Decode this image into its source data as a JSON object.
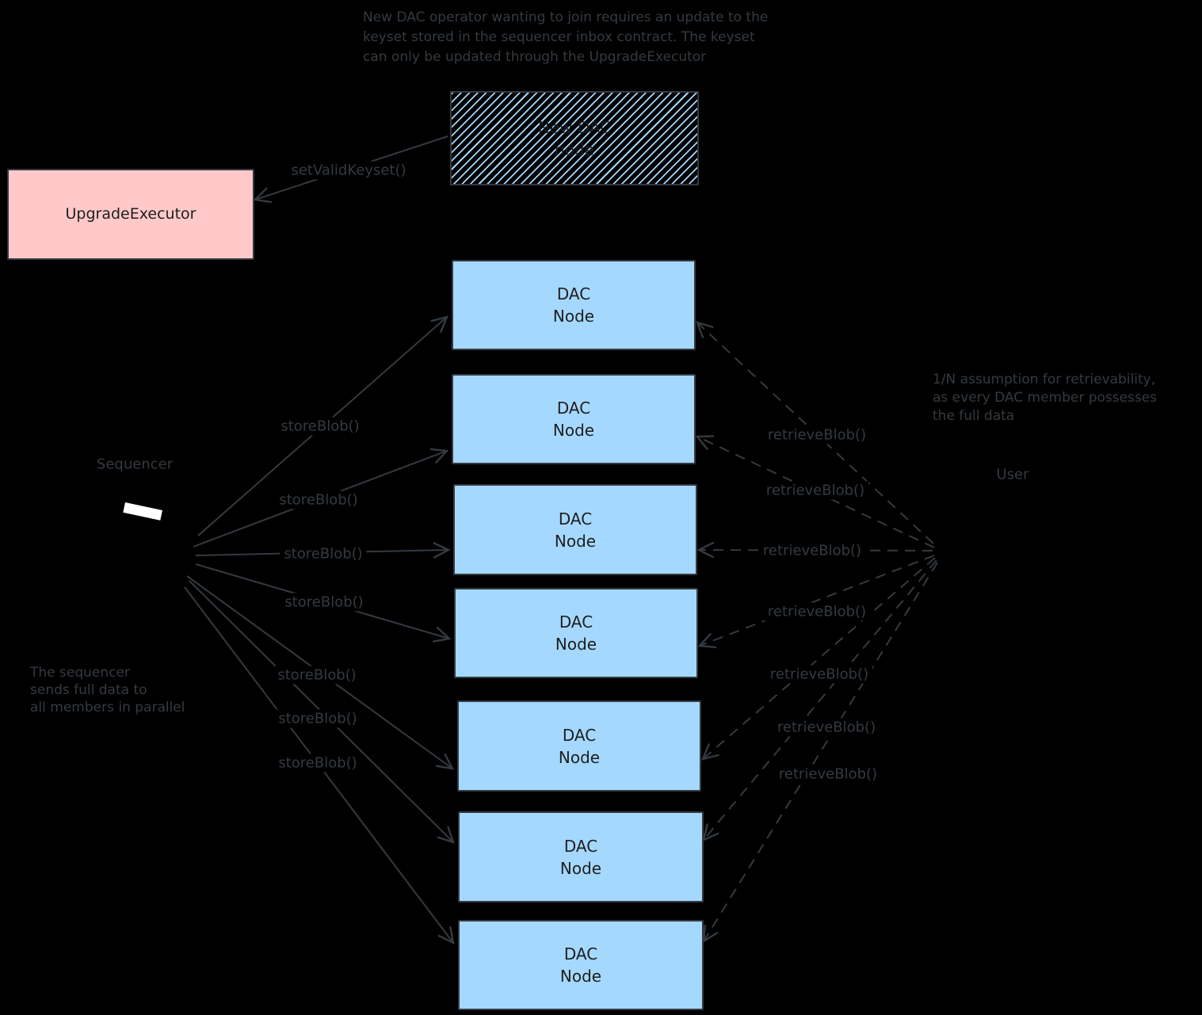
{
  "notes": {
    "keyset": "New DAC operator wanting to join requires an update to the\nkeyset stored in the sequencer inbox contract. The keyset\ncan only be updated through the UpgradeExecutor",
    "sequencer": "The sequencer\nsends full data to\nall members in parallel",
    "retrievability": "1/N assumption for retrievability,\nas every DAC member possesses\nthe full data"
  },
  "nodes": {
    "new_dac": "New DAC\nnode",
    "upgrade_executor": "UpgradeExecutor",
    "sequencer": "Sequencer",
    "user": "User",
    "dac": [
      "DAC\nNode",
      "DAC\nNode",
      "DAC\nNode",
      "DAC\nNode",
      "DAC\nNode",
      "DAC\nNode",
      "DAC\nNode"
    ]
  },
  "calls": {
    "set_valid_keyset": "setValidKeyset()",
    "store": [
      "storeBlob()",
      "storeBlob()",
      "storeBlob()",
      "storeBlob()",
      "storeBlob()",
      "storeBlob()",
      "storeBlob()"
    ],
    "retrieve": [
      "retrieveBlob()",
      "retrieveBlob()",
      "retrieveBlob()",
      "retrieveBlob()",
      "retrieveBlob()",
      "retrieveBlob()",
      "retrieveBlob()"
    ]
  },
  "colors": {
    "background": "#000000",
    "annotation": "#343a40",
    "dac_node_fill": "#a5d8ff",
    "upgrade_executor_fill": "#ffc9c9",
    "box_text": "#1e1e1e",
    "hatch": "#a5d8ff",
    "sequencer_icon": "#ffffff"
  }
}
